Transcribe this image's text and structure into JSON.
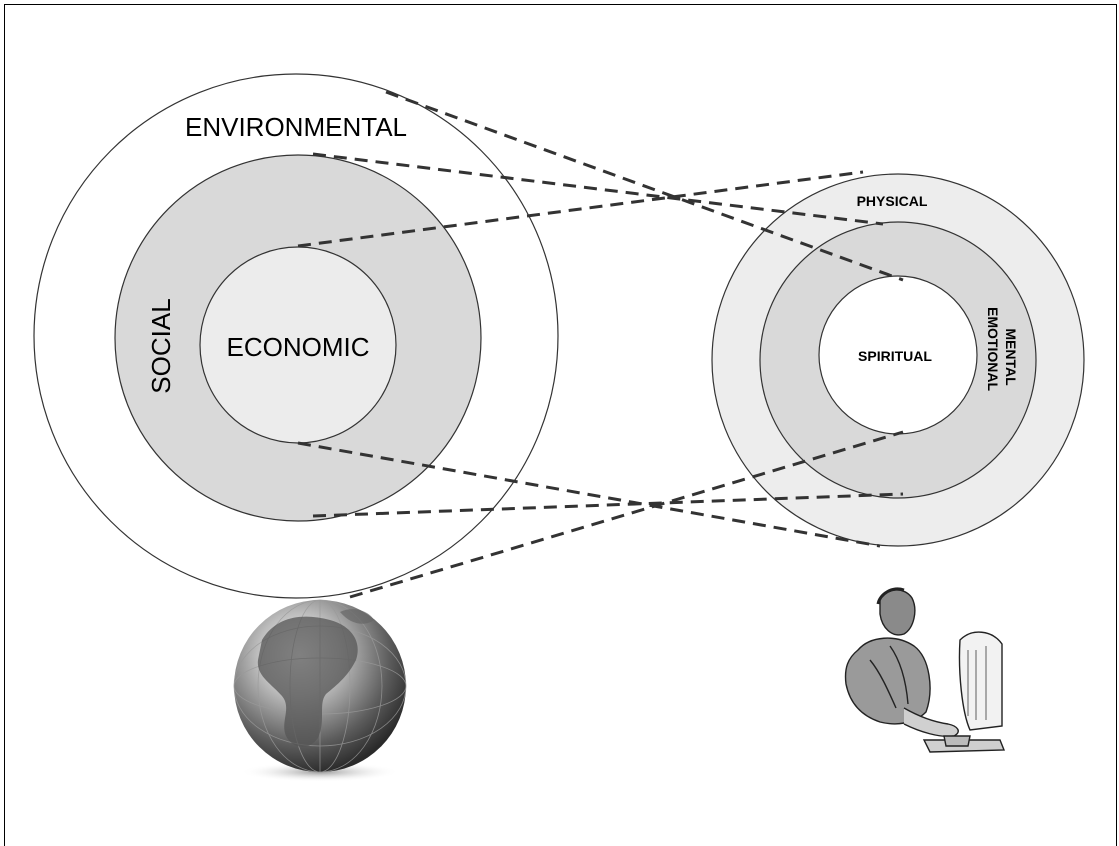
{
  "left_diagram": {
    "outer_label": "ENVIRONMENTAL",
    "middle_label": "SOCIAL",
    "inner_label": "ECONOMIC"
  },
  "right_diagram": {
    "outer_label": "PHYSICAL",
    "middle_label_1": "MENTAL",
    "middle_label_2": "EMOTIONAL",
    "inner_label": "SPIRITUAL"
  },
  "colors": {
    "outer_left_fill": "#ffffff",
    "social_ring": "#d9d9d9",
    "economic_core": "#ececec",
    "physical_ring": "#ededed",
    "emotional_ring": "#d9d9d9",
    "spiritual_core": "#ffffff",
    "stroke": "#333333"
  },
  "icons": {
    "left": "globe-icon",
    "right": "person-at-computer-icon"
  }
}
